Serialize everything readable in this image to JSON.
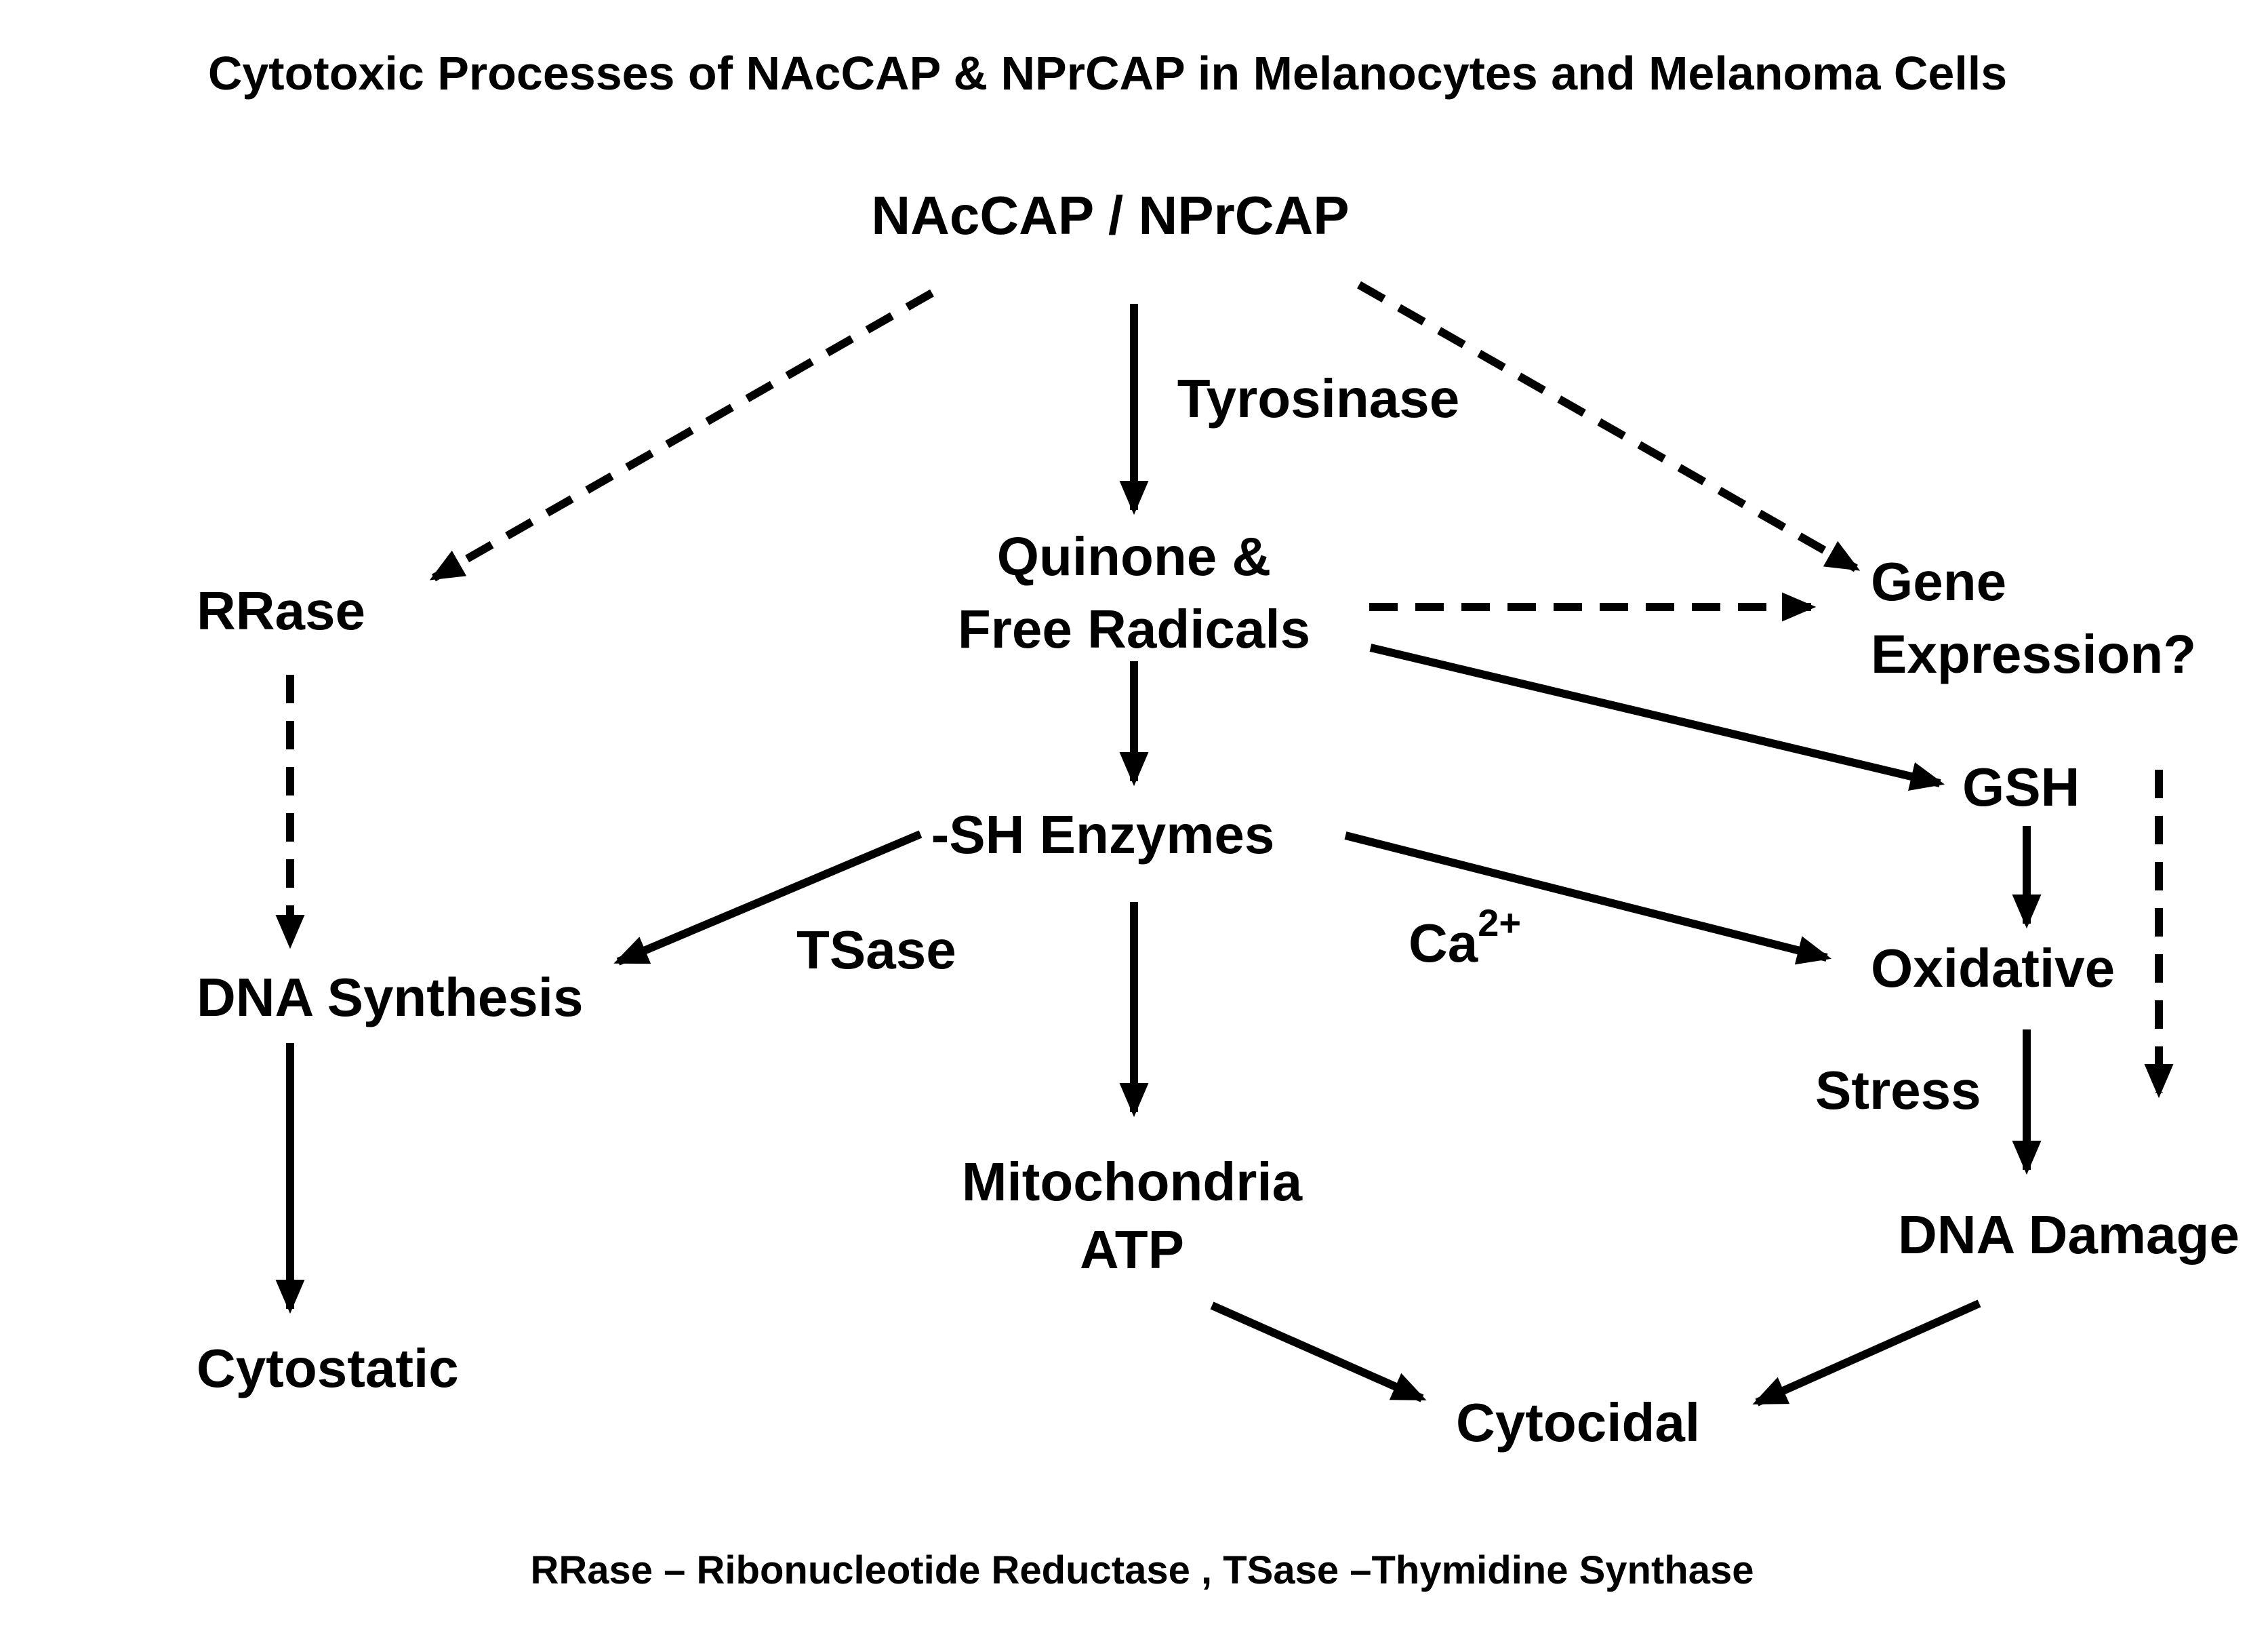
{
  "title": "Cytotoxic Processes of NAcCAP & NPrCAP in Melanocytes and Melanoma Cells",
  "colors": {
    "text": "#000000",
    "compound": "#1010ee",
    "enzyme": "#e8141c",
    "outcome": "#9a4a0c",
    "background": "#ffffff"
  },
  "nodes": {
    "compound": "NAcCAP / NPrCAP",
    "tyrosinase": "Tyrosinase",
    "quinone_line1": "Quinone &",
    "quinone_line2": "Free Radicals",
    "rrase": "RRase",
    "gene_line1": "Gene",
    "gene_line2": "Expression?",
    "sh_enzymes": "-SH Enzymes",
    "gsh": "GSH",
    "tsase": "TSase",
    "calcium": "Ca",
    "calcium_sup": "2+",
    "dna_synthesis": "DNA Synthesis",
    "oxidative": "Oxidative",
    "stress": "Stress",
    "mito_line1": "Mitochondria",
    "mito_line2": "ATP",
    "dna_damage": "DNA Damage",
    "cytostatic": "Cytostatic",
    "cytocidal": "Cytocidal"
  },
  "footnote": "RRase – Ribonucleotide Reductase , TSase –Thymidine Synthase",
  "edges": [
    {
      "from": "NAcCAP / NPrCAP",
      "to": "RRase",
      "style": "dashed"
    },
    {
      "from": "NAcCAP / NPrCAP",
      "to": "Quinone & Free Radicals",
      "style": "solid",
      "label": "Tyrosinase"
    },
    {
      "from": "NAcCAP / NPrCAP",
      "to": "Gene Expression?",
      "style": "dashed"
    },
    {
      "from": "Quinone & Free Radicals",
      "to": "Gene Expression?",
      "style": "dashed"
    },
    {
      "from": "Quinone & Free Radicals",
      "to": "-SH Enzymes",
      "style": "solid"
    },
    {
      "from": "Quinone & Free Radicals",
      "to": "GSH",
      "style": "solid"
    },
    {
      "from": "RRase",
      "to": "DNA Synthesis",
      "style": "dashed"
    },
    {
      "from": "-SH Enzymes",
      "to": "DNA Synthesis",
      "style": "solid",
      "label": "TSase"
    },
    {
      "from": "-SH Enzymes",
      "to": "Mitochondria ATP",
      "style": "solid"
    },
    {
      "from": "-SH Enzymes",
      "to": "Oxidative Stress",
      "style": "solid",
      "label": "Ca2+"
    },
    {
      "from": "GSH",
      "to": "Oxidative Stress",
      "style": "solid"
    },
    {
      "from": "Gene Expression?",
      "to": "DNA Damage",
      "style": "dashed"
    },
    {
      "from": "Oxidative Stress",
      "to": "DNA Damage",
      "style": "solid"
    },
    {
      "from": "DNA Synthesis",
      "to": "Cytostatic",
      "style": "solid"
    },
    {
      "from": "Mitochondria ATP",
      "to": "Cytocidal",
      "style": "solid"
    },
    {
      "from": "DNA Damage",
      "to": "Cytocidal",
      "style": "solid"
    }
  ]
}
